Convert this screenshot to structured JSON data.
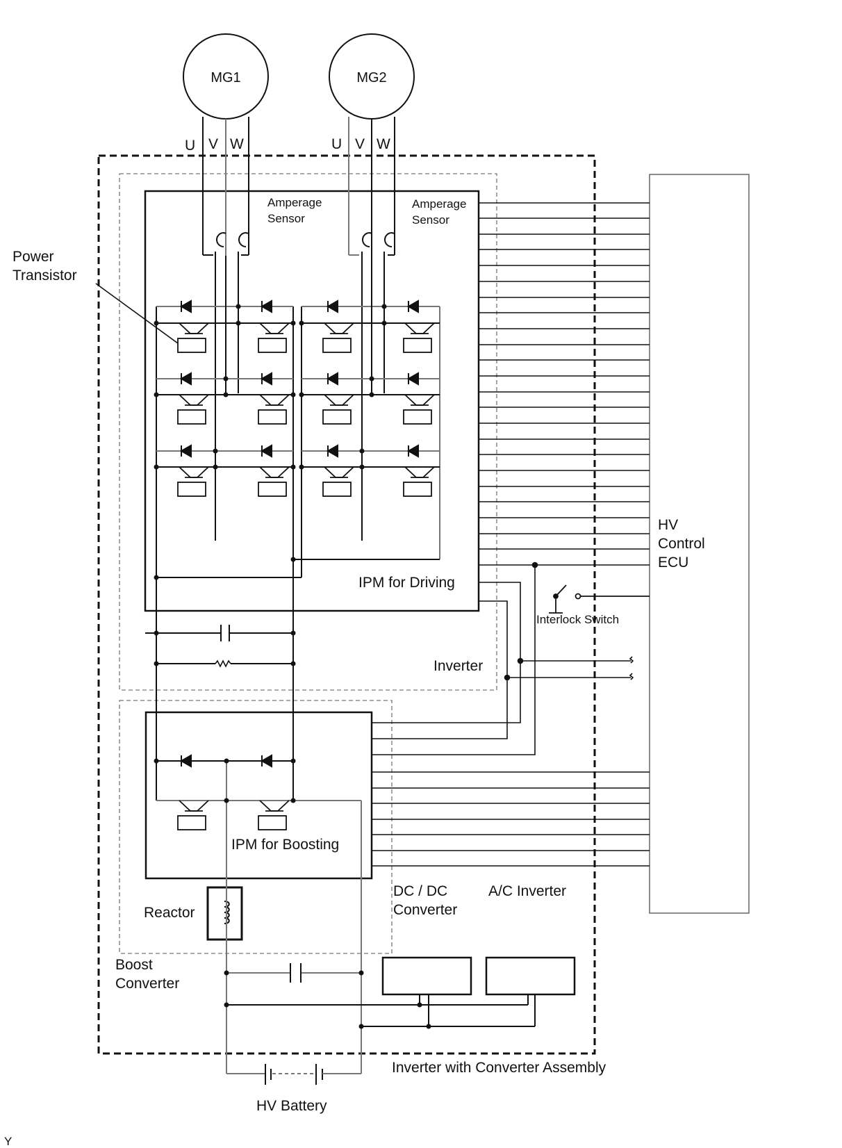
{
  "diagram": {
    "motors": {
      "mg1": "MG1",
      "mg2": "MG2"
    },
    "phases": {
      "u": "U",
      "v": "V",
      "w": "W"
    },
    "amperage_sensor": {
      "line1": "Amperage",
      "line2": "Sensor"
    },
    "power_transistor": {
      "line1": "Power",
      "line2": "Transistor"
    },
    "ipm_driving": "IPM for Driving",
    "ipm_boosting": "IPM for Boosting",
    "inverter": "Inverter",
    "interlock_switch": "Interlock Switch",
    "ecu": {
      "line1": "HV",
      "line2": "Control",
      "line3": "ECU"
    },
    "dcdc": {
      "line1": "DC / DC",
      "line2": "Converter"
    },
    "ac_inverter": "A/C Inverter",
    "reactor": "Reactor",
    "boost_converter": {
      "line1": "Boost",
      "line2": "Converter"
    },
    "assembly": "Inverter with Converter Assembly",
    "battery": "HV Battery",
    "corner_mark": "Y"
  }
}
